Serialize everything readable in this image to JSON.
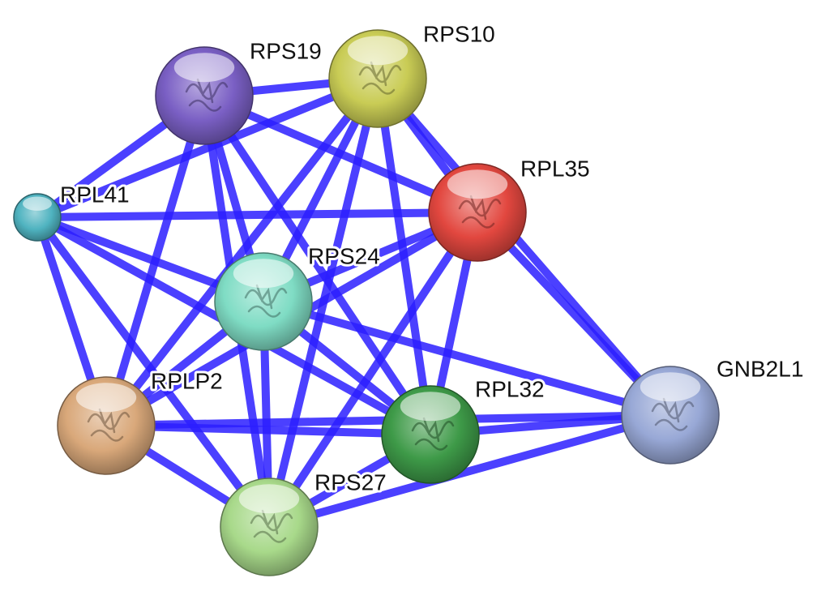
{
  "network": {
    "edge_color": "#2b1fff",
    "nodes": [
      {
        "id": "RPS19",
        "label": "RPS19",
        "color": "#7a5fc4"
      },
      {
        "id": "RPS10",
        "label": "RPS10",
        "color": "#c9cc55"
      },
      {
        "id": "RPL41",
        "label": "RPL41",
        "color": "#4fb3c0"
      },
      {
        "id": "RPL35",
        "label": "RPL35",
        "color": "#e2473f"
      },
      {
        "id": "RPS24",
        "label": "RPS24",
        "color": "#7fdcc4"
      },
      {
        "id": "RPLP2",
        "label": "RPLP2",
        "color": "#d9a87a"
      },
      {
        "id": "RPL32",
        "label": "RPL32",
        "color": "#3e9a48"
      },
      {
        "id": "GNB2L1",
        "label": "GNB2L1",
        "color": "#98a8d6"
      },
      {
        "id": "RPS27",
        "label": "RPS27",
        "color": "#a8d98a"
      }
    ],
    "edges": [
      [
        "RPS19",
        "RPS10"
      ],
      [
        "RPS19",
        "RPL41"
      ],
      [
        "RPS19",
        "RPL35"
      ],
      [
        "RPS19",
        "RPS24"
      ],
      [
        "RPS19",
        "RPLP2"
      ],
      [
        "RPS19",
        "RPL32"
      ],
      [
        "RPS19",
        "RPS27"
      ],
      [
        "RPS10",
        "RPL41"
      ],
      [
        "RPS10",
        "RPL35"
      ],
      [
        "RPS10",
        "RPS24"
      ],
      [
        "RPS10",
        "RPLP2"
      ],
      [
        "RPS10",
        "RPL32"
      ],
      [
        "RPS10",
        "RPS27"
      ],
      [
        "RPS10",
        "GNB2L1"
      ],
      [
        "RPL41",
        "RPL35"
      ],
      [
        "RPL41",
        "RPS24"
      ],
      [
        "RPL41",
        "RPLP2"
      ],
      [
        "RPL41",
        "RPL32"
      ],
      [
        "RPL41",
        "RPS27"
      ],
      [
        "RPL35",
        "RPS24"
      ],
      [
        "RPL35",
        "RPLP2"
      ],
      [
        "RPL35",
        "RPL32"
      ],
      [
        "RPL35",
        "RPS27"
      ],
      [
        "RPL35",
        "GNB2L1"
      ],
      [
        "RPS24",
        "RPLP2"
      ],
      [
        "RPS24",
        "RPL32"
      ],
      [
        "RPS24",
        "RPS27"
      ],
      [
        "RPS24",
        "GNB2L1"
      ],
      [
        "RPLP2",
        "RPL32"
      ],
      [
        "RPLP2",
        "RPS27"
      ],
      [
        "RPLP2",
        "GNB2L1"
      ],
      [
        "RPL32",
        "RPS27"
      ],
      [
        "RPL32",
        "GNB2L1"
      ],
      [
        "RPS27",
        "GNB2L1"
      ]
    ]
  }
}
